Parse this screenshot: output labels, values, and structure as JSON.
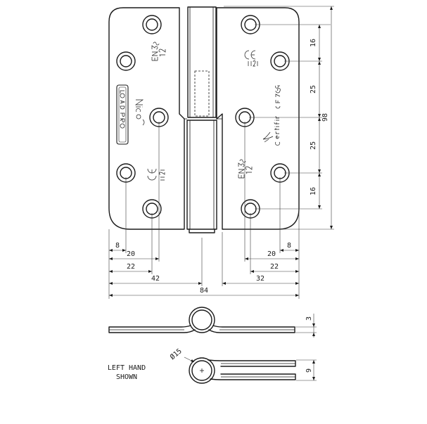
{
  "dimensions": {
    "hinge_height": "98",
    "upper_spacing_top": "16",
    "upper_spacing_mid": "25",
    "lower_spacing_mid": "25",
    "lower_spacing_bottom": "16",
    "left_edge_8": "8",
    "left_edge_20": "20",
    "left_edge_22": "22",
    "left_edge_42": "42",
    "right_edge_8": "8",
    "right_edge_20": "20",
    "right_edge_22": "22",
    "right_edge_32": "32",
    "overall_width": "84",
    "leaf_thickness": "3",
    "closed_thickness": "9",
    "knuckle_diameter": "Ø15"
  },
  "notes": {
    "handing_line1": "LEFT HAND",
    "handing_line2": "SHOWN"
  },
  "stamps": {
    "left_leaf_standard": "EN 935",
    "left_leaf_grade": "12",
    "left_leaf_ce": "CE",
    "left_leaf_ce_number": "1121",
    "brand_nico": "NICO",
    "brand_loadpro": "LOAD PRO",
    "right_leaf_ce": "CE",
    "right_leaf_ce_number": "1121",
    "right_leaf_fire_code": "CF 769",
    "right_leaf_certifire": "Certifire",
    "right_leaf_standard": "EN 935",
    "right_leaf_grade": "12"
  }
}
